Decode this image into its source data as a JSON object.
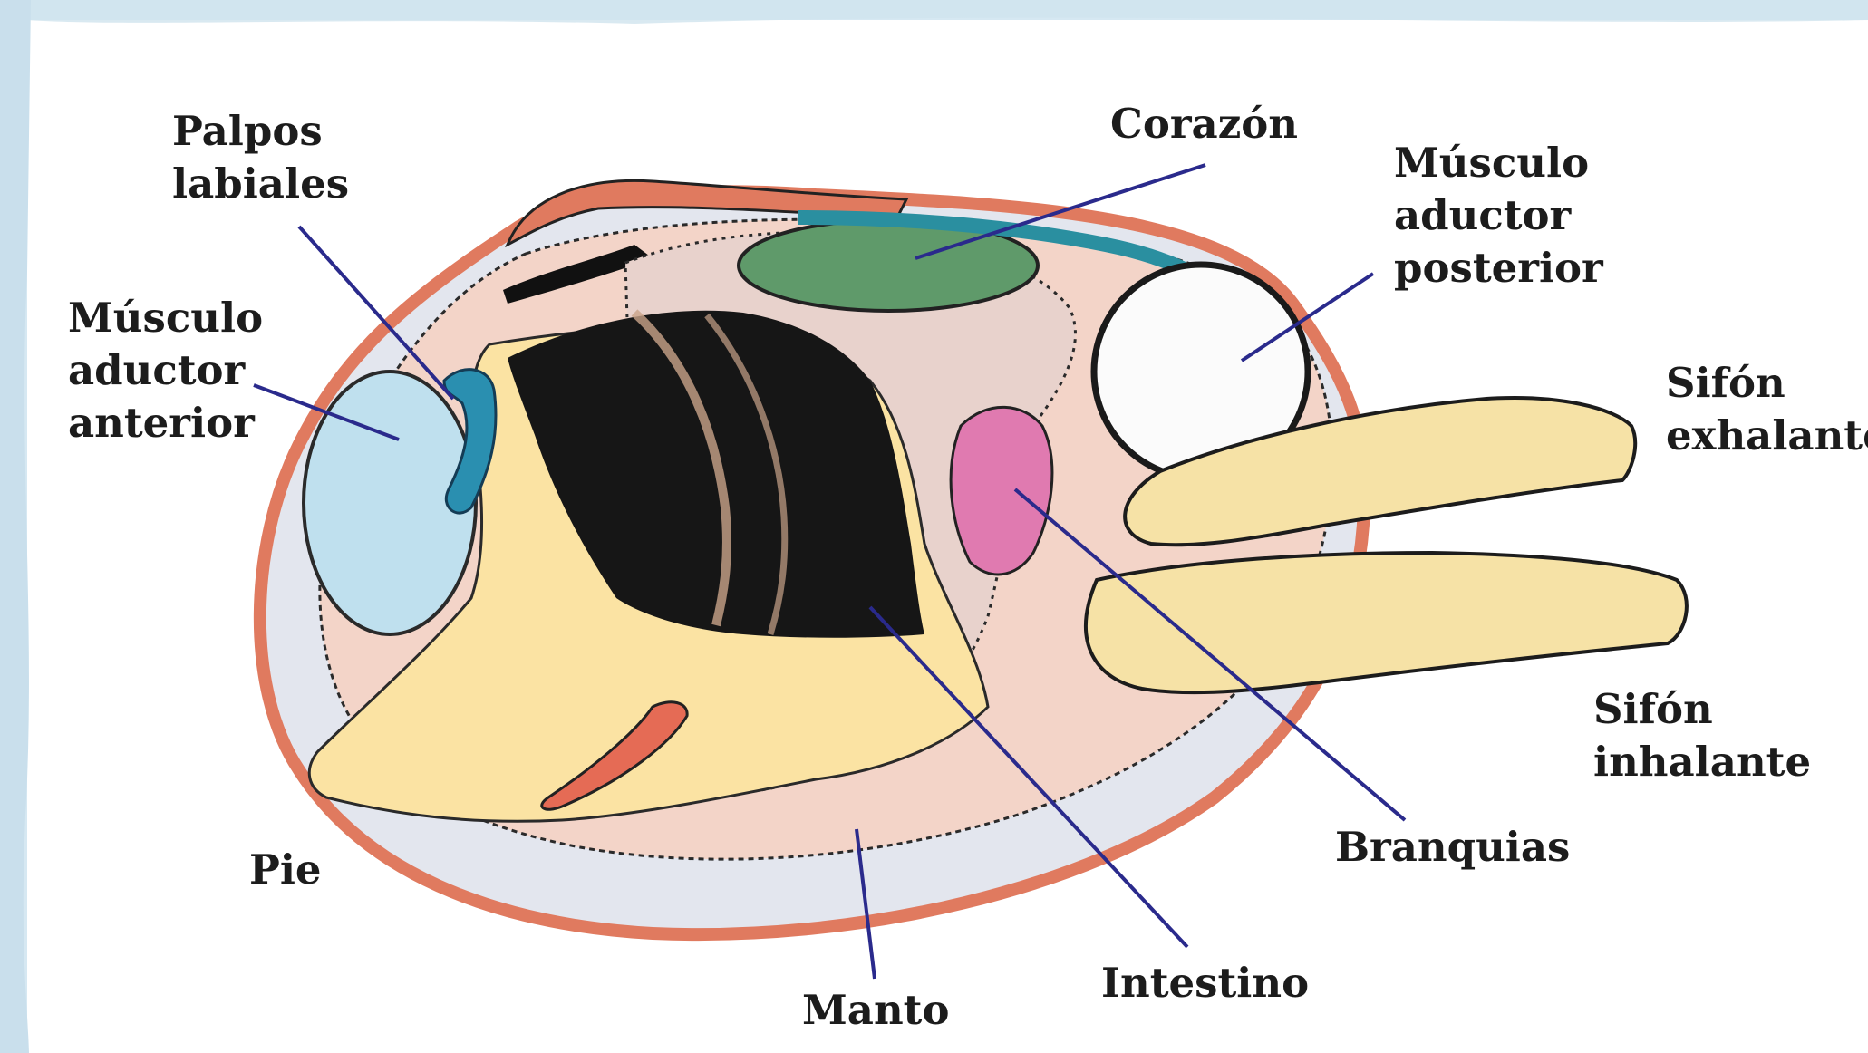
{
  "labels": {
    "palpos_line1": "Palpos",
    "palpos_line2": "labiales",
    "musculo_anterior_line1": "Músculo",
    "musculo_anterior_line2": "aductor",
    "musculo_anterior_line3": "anterior",
    "corazon": "Corazón",
    "musculo_posterior_line1": "Músculo",
    "musculo_posterior_line2": "aductor",
    "musculo_posterior_line3": "posterior",
    "sifon_exhalante_line1": "Sifón",
    "sifon_exhalante_line2": "exhalante",
    "sifon_inhalante_line1": "Sifón",
    "sifon_inhalante_line2": "inhalante",
    "branquias": "Branquias",
    "intestino": "Intestino",
    "manto": "Manto",
    "pie": "Pie"
  },
  "colors": {
    "leader_line": "#2a2a8c",
    "shell_rim": "#e07a5f",
    "mantle": "#f3d4c8",
    "foot": "#fbe3a3",
    "gills": "#161616",
    "heart": "#5f9a6a",
    "adductor_posterior": "#fbfbfb",
    "adductor_anterior": "#bfe0ee",
    "labial_palps": "#2a8fb0",
    "intestine_pink": "#e07ab0",
    "siphon": "#f6e2a6",
    "border_wash": "#d6e8f2"
  }
}
